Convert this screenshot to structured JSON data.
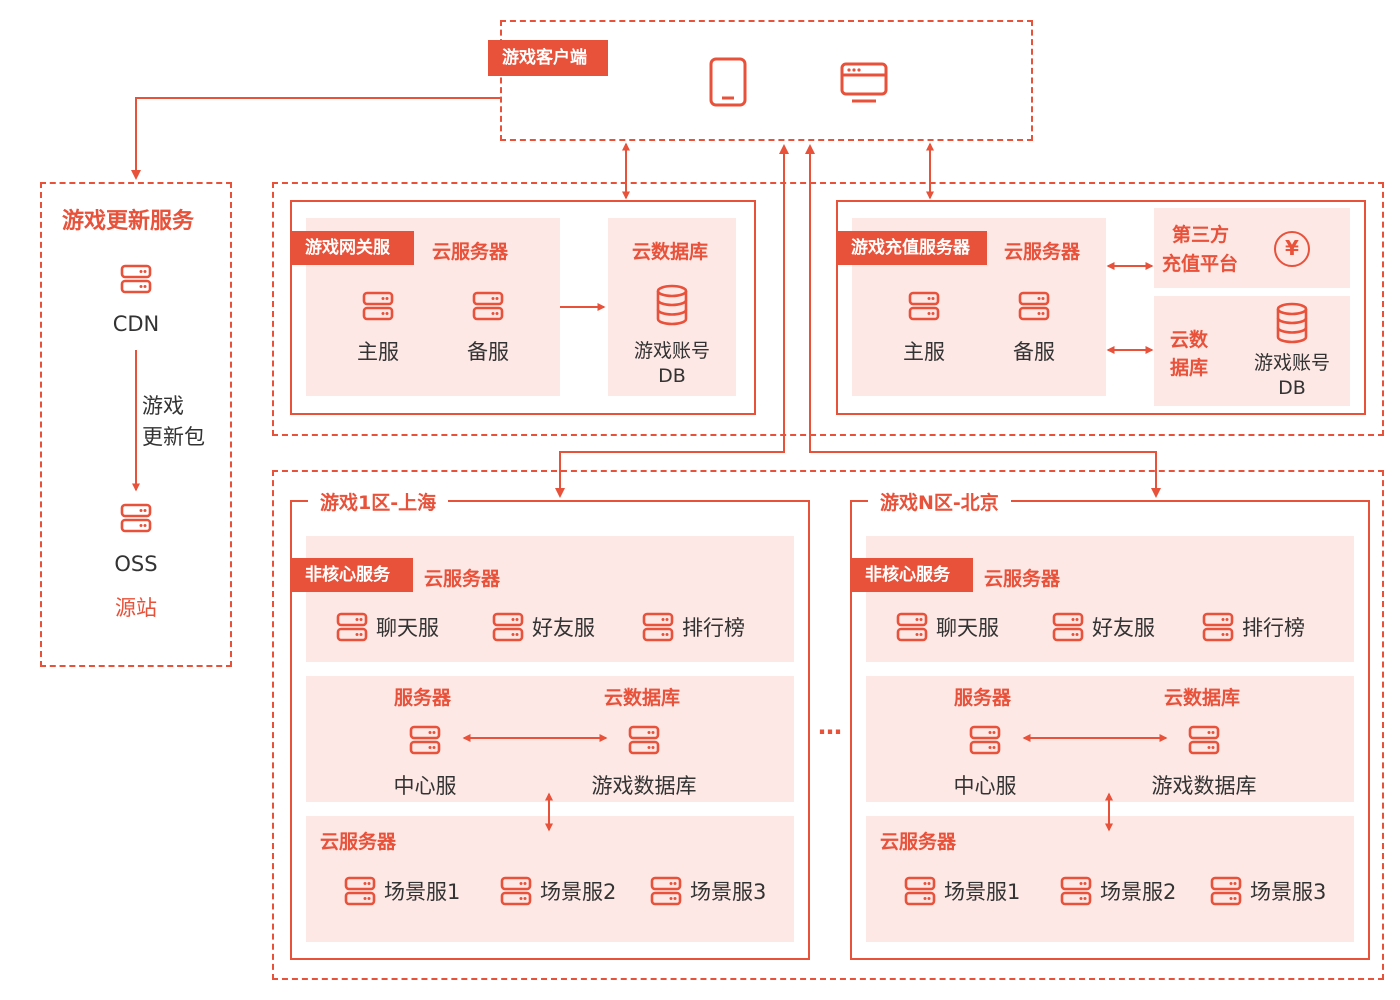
{
  "client": {
    "tag": "游戏客户端",
    "icons": [
      "tablet-icon",
      "desktop-icon"
    ]
  },
  "update_service": {
    "title": "游戏更新服务",
    "cdn": "CDN",
    "package_line1": "游戏",
    "package_line2": "更新包",
    "oss": "OSS",
    "origin": "源站"
  },
  "gateway": {
    "tag": "游戏网关服",
    "cloud_server": "云服务器",
    "main": "主服",
    "backup": "备服",
    "cloud_db": "云数据库",
    "db_line1": "游戏账号",
    "db_line2": "DB"
  },
  "recharge": {
    "tag": "游戏充值服务器",
    "cloud_server": "云服务器",
    "main": "主服",
    "backup": "备服",
    "third_party_line1": "第三方",
    "third_party_line2": "充值平台",
    "yen": "¥",
    "cloud_db_line1": "云数",
    "cloud_db_line2": "据库",
    "db_line1": "游戏账号",
    "db_line2": "DB"
  },
  "zones": [
    {
      "title": "游戏1区-上海",
      "noncore_tag": "非核心服务",
      "noncore_cloud": "云服务器",
      "noncore_items": [
        "聊天服",
        "好友服",
        "排行榜"
      ],
      "server_label": "服务器",
      "db_label": "云数据库",
      "center": "中心服",
      "game_db": "游戏数据库",
      "scene_cloud": "云服务器",
      "scenes": [
        "场景服1",
        "场景服2",
        "场景服3"
      ]
    },
    {
      "title": "游戏N区-北京",
      "noncore_tag": "非核心服务",
      "noncore_cloud": "云服务器",
      "noncore_items": [
        "聊天服",
        "好友服",
        "排行榜"
      ],
      "server_label": "服务器",
      "db_label": "云数据库",
      "center": "中心服",
      "game_db": "游戏数据库",
      "scene_cloud": "云服务器",
      "scenes": [
        "场景服1",
        "场景服2",
        "场景服3"
      ]
    }
  ],
  "ellipsis": "…",
  "colors": {
    "accent": "#e8513a",
    "panel": "#fde8e5"
  }
}
